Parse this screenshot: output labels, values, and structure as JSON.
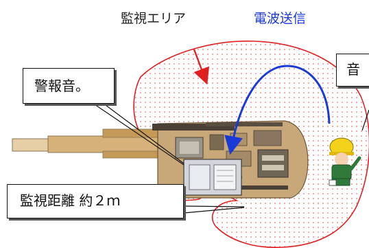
{
  "labels": {
    "monitor_area": "監視エリア",
    "radio_transmit": "電波送信"
  },
  "callouts": {
    "alarm_sound": "警報音。",
    "monitor_distance": "監視距離 約２ｍ",
    "sound_cut": "音"
  },
  "colors": {
    "zone_outline": "#e02020",
    "zone_dots": "#e89090",
    "radio_arrow": "#1a3ad8",
    "pointer_arrow": "#e02020",
    "machine_body": "#c8a878",
    "machine_dark": "#4a4036",
    "helmet": "#f2d21a",
    "worker_suit": "#2f7a3a",
    "title_text": "#222222",
    "radio_text": "#1a3ad8"
  },
  "icons": {
    "worker": "construction-worker-icon",
    "machine": "excavator-top-view"
  }
}
